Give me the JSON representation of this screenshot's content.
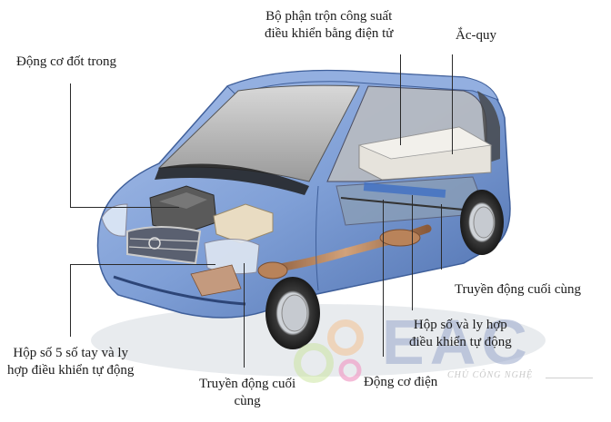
{
  "diagram": {
    "subject": "Hybrid car cutaway",
    "labels": {
      "engine": "Động cơ đốt trong",
      "power_unit_line1": "Bộ phận trộn công suất",
      "power_unit_line2": "điều khiển bằng điện tử",
      "battery": "Ắc-quy",
      "final_drive_right": "Truyền động cuối cùng",
      "auto_gearbox_line1": "Hộp số và ly hợp",
      "auto_gearbox_line2": "điều khiển tự động",
      "electric_motor": "Động cơ điện",
      "manual_gearbox_line1": "Hộp số 5 số tay và ly",
      "manual_gearbox_line2": "hợp điều khiển tự động",
      "final_drive_front_line1": "Truyền động cuối",
      "final_drive_front_line2": "cùng"
    },
    "watermark": {
      "letters": "EAC",
      "tagline": "CHỦ CÔNG NGHỆ"
    },
    "colors": {
      "car_body": "#7f9fd6",
      "car_dark": "#3f5f9a",
      "battery": "#e4e2dc",
      "exhaust": "#b9835a",
      "leader_line": "#2a2a2a"
    }
  }
}
